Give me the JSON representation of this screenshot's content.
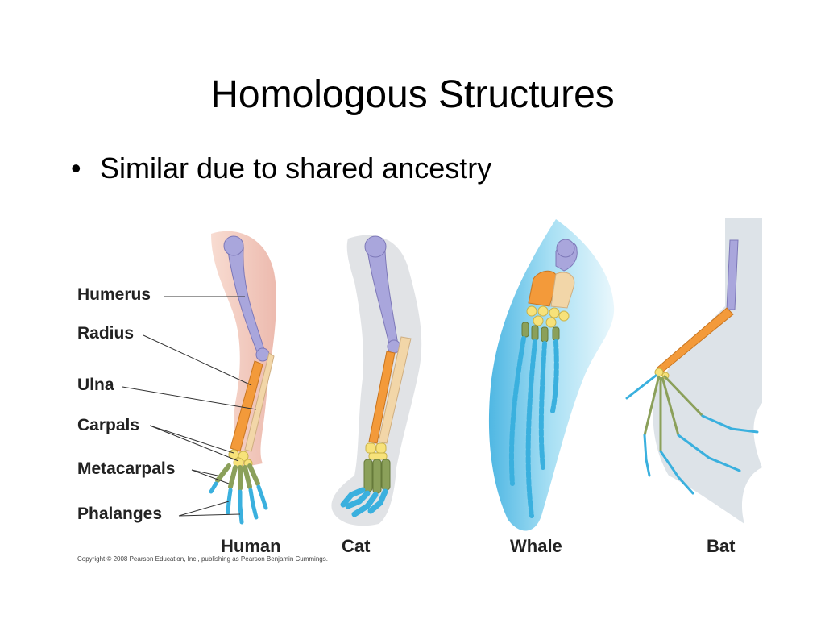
{
  "slide": {
    "title": "Homologous Structures",
    "bullet": "Similar due to shared ancestry"
  },
  "figure": {
    "bone_labels": [
      "Humerus",
      "Radius",
      "Ulna",
      "Carpals",
      "Metacarpals",
      "Phalanges"
    ],
    "animals": [
      "Human",
      "Cat",
      "Whale",
      "Bat"
    ],
    "copyright": "Copyright © 2008 Pearson Education, Inc., publishing as Pearson Benjamin Cummings.",
    "colors": {
      "humerus": "#a9a6dc",
      "radius": "#f39a3a",
      "ulna": "#f2d6a8",
      "carpals": "#f7e27a",
      "metacarpals": "#8ba05a",
      "phalanges": "#3ab0de",
      "human_skin": "#f0c2b4",
      "cat_fur": "#dcdee2",
      "whale_flipper": "#8fd3ee",
      "bat_wing": "#dde3e8"
    }
  }
}
